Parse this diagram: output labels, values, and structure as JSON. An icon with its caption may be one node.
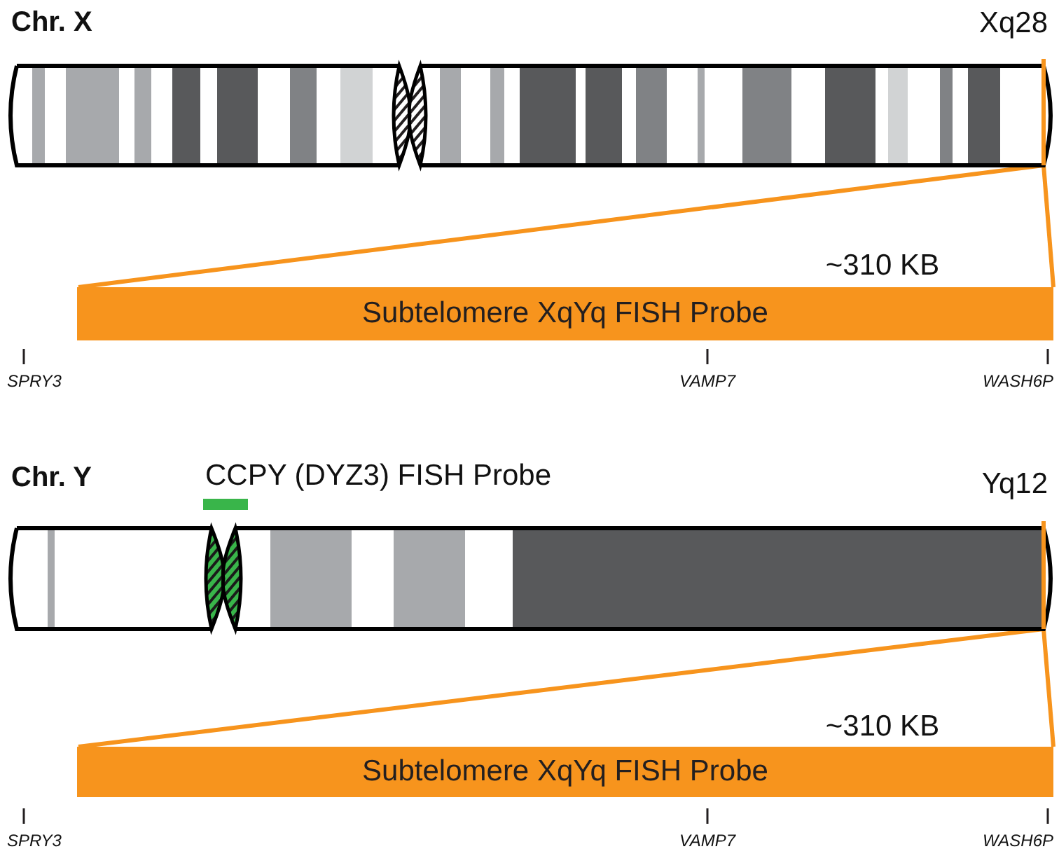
{
  "diagram": {
    "nodes": [
      {
        "text": [],
        "shape": "picture"
      },
      {
        "text": [
          "Subtelomere XqYq FISH Probe"
        ],
        "beside": [
          "~310 KB"
        ]
      },
      {
        "text": [],
        "shape": "picture"
      },
      {
        "text": [
          "Subtelomere XqYq FISH Probe"
        ],
        "beside": [
          "~310 KB"
        ]
      }
    ],
    "edges": [
      {
        "from": 0,
        "to": 1,
        "arrow": "none"
      },
      {
        "from": 0,
        "to": 1,
        "arrow": "none"
      },
      {
        "from": 2,
        "to": 3,
        "arrow": "none"
      },
      {
        "from": 2,
        "to": 3,
        "arrow": "none"
      }
    ],
    "labels": [
      "Chr. X",
      "Xq28",
      "SPRY3",
      "VAMP7",
      "WASH6P",
      "Chr. Y",
      "CCPY (DYZ3) FISH Probe",
      "Yq12",
      "SPRY3",
      "VAMP7",
      "WASH6P"
    ]
  }
}
